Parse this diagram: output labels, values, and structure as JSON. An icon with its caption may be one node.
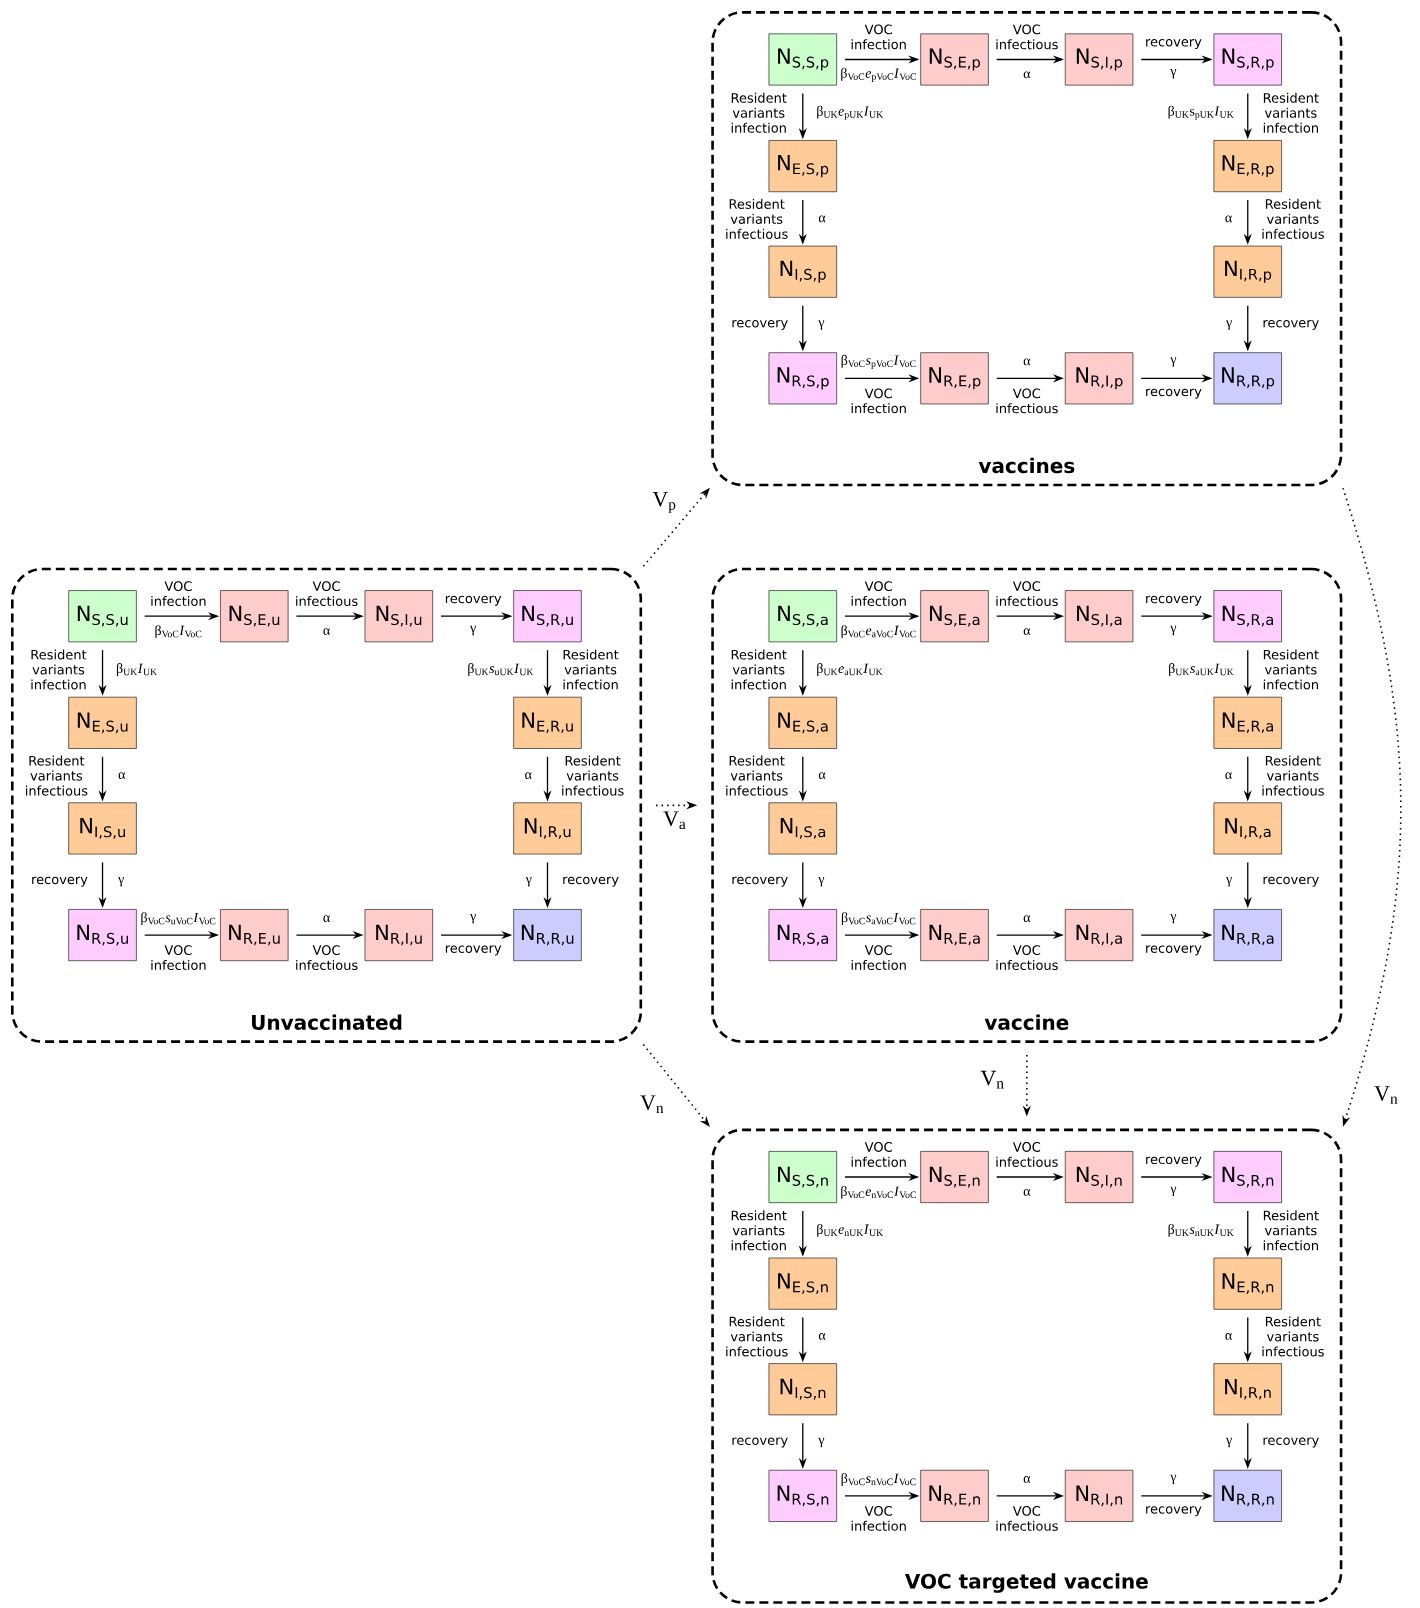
{
  "diagram": {
    "nodes": [
      {
        "text": [
          "vaccines"
        ]
      },
      {
        "text": [
          "N$_{S,S,p}$"
        ],
        "in": 0
      },
      {
        "text": [
          "N$_{S,E,p}$"
        ],
        "in": 0
      },
      {
        "text": [
          "N$_{S,I,p}$"
        ],
        "in": 0
      },
      {
        "text": [
          "N$_{S,R,p}$"
        ],
        "in": 0
      },
      {
        "text": [
          "N$_{E,S,p}$"
        ],
        "in": 0
      },
      {
        "text": [
          "N$_{E,R,p}$"
        ],
        "in": 0
      },
      {
        "text": [
          "N$_{I,S,p}$"
        ],
        "in": 0
      },
      {
        "text": [
          "N$_{I,R,p}$"
        ],
        "in": 0
      },
      {
        "text": [
          "N$_{R,S,p}$"
        ],
        "in": 0
      },
      {
        "text": [
          "N$_{R,E,p}$"
        ],
        "in": 0
      },
      {
        "text": [
          "N$_{R,I,p}$"
        ],
        "in": 0
      },
      {
        "text": [
          "N$_{R,R,p}$"
        ],
        "in": 0
      },
      {
        "text": [
          "Unvaccinated"
        ]
      },
      {
        "text": [
          "N$_{S,S,u}$"
        ],
        "in": 13
      },
      {
        "text": [
          "N$_{S,E,u}$"
        ],
        "in": 13
      },
      {
        "text": [
          "N$_{S,I,u}$"
        ],
        "in": 13
      },
      {
        "text": [
          "N$_{S,R,u}$"
        ],
        "in": 13
      },
      {
        "text": [
          "N$_{E,S,u}$"
        ],
        "in": 13
      },
      {
        "text": [
          "N$_{E,R,u}$"
        ],
        "in": 13
      },
      {
        "text": [
          "N$_{I,S,u}$"
        ],
        "in": 13
      },
      {
        "text": [
          "N$_{I,R,u}$"
        ],
        "in": 13
      },
      {
        "text": [
          "N$_{R,S,u}$"
        ],
        "in": 13
      },
      {
        "text": [
          "N$_{R,E,u}$"
        ],
        "in": 13
      },
      {
        "text": [
          "N$_{R,I,u}$"
        ],
        "in": 13
      },
      {
        "text": [
          "N$_{R,R,u}$"
        ],
        "in": 13
      },
      {
        "text": [
          "vaccine"
        ]
      },
      {
        "text": [
          "N$_{S,S,a}$"
        ],
        "in": 26
      },
      {
        "text": [
          "N$_{S,E,a}$"
        ],
        "in": 26
      },
      {
        "text": [
          "N$_{S,I,a}$"
        ],
        "in": 26
      },
      {
        "text": [
          "N$_{S,R,a}$"
        ],
        "in": 26
      },
      {
        "text": [
          "N$_{E,S,a}$"
        ],
        "in": 26
      },
      {
        "text": [
          "N$_{E,R,a}$"
        ],
        "in": 26
      },
      {
        "text": [
          "N$_{I,S,a}$"
        ],
        "in": 26
      },
      {
        "text": [
          "N$_{I,R,a}$"
        ],
        "in": 26
      },
      {
        "text": [
          "N$_{R,S,a}$"
        ],
        "in": 26
      },
      {
        "text": [
          "N$_{R,E,a}$"
        ],
        "in": 26
      },
      {
        "text": [
          "N$_{R,I,a}$"
        ],
        "in": 26
      },
      {
        "text": [
          "N$_{R,R,a}$"
        ],
        "in": 26
      },
      {
        "text": [
          "VOC targeted vaccine"
        ]
      },
      {
        "text": [
          "N$_{S,S,n}$"
        ],
        "in": 39
      },
      {
        "text": [
          "N$_{S,E,n}$"
        ],
        "in": 39
      },
      {
        "text": [
          "N$_{S,I,n}$"
        ],
        "in": 39
      },
      {
        "text": [
          "N$_{S,R,n}$"
        ],
        "in": 39
      },
      {
        "text": [
          "N$_{E,S,n}$"
        ],
        "in": 39
      },
      {
        "text": [
          "N$_{E,R,n}$"
        ],
        "in": 39
      },
      {
        "text": [
          "N$_{I,S,n}$"
        ],
        "in": 39
      },
      {
        "text": [
          "N$_{I,R,n}$"
        ],
        "in": 39
      },
      {
        "text": [
          "N$_{R,S,n}$"
        ],
        "in": 39
      },
      {
        "text": [
          "N$_{R,E,n}$"
        ],
        "in": 39
      },
      {
        "text": [
          "N$_{R,I,n}$"
        ],
        "in": 39
      },
      {
        "text": [
          "N$_{R,R,n}$"
        ],
        "in": 39
      }
    ],
    "edges": [
      {
        "from": 1,
        "to": 2,
        "arrow": "to",
        "label": "VOC infection"
      },
      {
        "from": 2,
        "to": 3,
        "arrow": "to",
        "label": "VOC infectious"
      },
      {
        "from": 3,
        "to": 4,
        "arrow": "to",
        "label": "recovery"
      },
      {
        "from": 1,
        "to": 5,
        "arrow": "to",
        "label": "Resident variants infection"
      },
      {
        "from": 5,
        "to": 7,
        "arrow": "to",
        "label": "Resident variants infectious"
      },
      {
        "from": 7,
        "to": 9,
        "arrow": "to",
        "label": "recovery"
      },
      {
        "from": 4,
        "to": 6,
        "arrow": "to",
        "label": "Resident variants infection"
      },
      {
        "from": 6,
        "to": 8,
        "arrow": "to",
        "label": "Resident variants infectious"
      },
      {
        "from": 8,
        "to": 12,
        "arrow": "to",
        "label": "recovery"
      },
      {
        "from": 9,
        "to": 10,
        "arrow": "to",
        "label": "VOC infection"
      },
      {
        "from": 10,
        "to": 11,
        "arrow": "to",
        "label": "VOC infectious"
      },
      {
        "from": 11,
        "to": 12,
        "arrow": "to",
        "label": "recovery"
      },
      {
        "from": 14,
        "to": 15,
        "arrow": "to",
        "label": "VOC infection"
      },
      {
        "from": 15,
        "to": 16,
        "arrow": "to",
        "label": "VOC infectious"
      },
      {
        "from": 16,
        "to": 17,
        "arrow": "to",
        "label": "recovery"
      },
      {
        "from": 14,
        "to": 18,
        "arrow": "to",
        "label": "Resident variants infection"
      },
      {
        "from": 18,
        "to": 20,
        "arrow": "to",
        "label": "Resident variants infectious"
      },
      {
        "from": 20,
        "to": 22,
        "arrow": "to",
        "label": "recovery"
      },
      {
        "from": 17,
        "to": 19,
        "arrow": "to",
        "label": "Resident variants infection"
      },
      {
        "from": 19,
        "to": 21,
        "arrow": "to",
        "label": "Resident variants infectious"
      },
      {
        "from": 21,
        "to": 25,
        "arrow": "to",
        "label": "recovery"
      },
      {
        "from": 22,
        "to": 23,
        "arrow": "to",
        "label": "VOC infection"
      },
      {
        "from": 23,
        "to": 24,
        "arrow": "to",
        "label": "VOC infectious"
      },
      {
        "from": 24,
        "to": 25,
        "arrow": "to",
        "label": "recovery"
      },
      {
        "from": 27,
        "to": 28,
        "arrow": "to",
        "label": "VOC infection"
      },
      {
        "from": 28,
        "to": 29,
        "arrow": "to",
        "label": "VOC infectious"
      },
      {
        "from": 29,
        "to": 30,
        "arrow": "to",
        "label": "recovery"
      },
      {
        "from": 27,
        "to": 31,
        "arrow": "to",
        "label": "Resident variants infection"
      },
      {
        "from": 31,
        "to": 33,
        "arrow": "to",
        "label": "Resident variants infectious"
      },
      {
        "from": 33,
        "to": 35,
        "arrow": "to",
        "label": "recovery"
      },
      {
        "from": 30,
        "to": 32,
        "arrow": "to",
        "label": "Resident variants infection"
      },
      {
        "from": 32,
        "to": 34,
        "arrow": "to",
        "label": "Resident variants infectious"
      },
      {
        "from": 34,
        "to": 38,
        "arrow": "to",
        "label": "recovery"
      },
      {
        "from": 35,
        "to": 36,
        "arrow": "to",
        "label": "VOC infection"
      },
      {
        "from": 36,
        "to": 37,
        "arrow": "to",
        "label": "VOC infectious"
      },
      {
        "from": 37,
        "to": 38,
        "arrow": "to",
        "label": "recovery"
      },
      {
        "from": 40,
        "to": 41,
        "arrow": "to",
        "label": "VOC infection"
      },
      {
        "from": 41,
        "to": 42,
        "arrow": "to",
        "label": "VOC infectious"
      },
      {
        "from": 42,
        "to": 43,
        "arrow": "to",
        "label": "recovery"
      },
      {
        "from": 40,
        "to": 44,
        "arrow": "to",
        "label": "Resident variants infection"
      },
      {
        "from": 44,
        "to": 46,
        "arrow": "to",
        "label": "Resident variants infectious"
      },
      {
        "from": 46,
        "to": 48,
        "arrow": "to",
        "label": "recovery"
      },
      {
        "from": 43,
        "to": 45,
        "arrow": "to",
        "label": "Resident variants infection"
      },
      {
        "from": 45,
        "to": 47,
        "arrow": "to",
        "label": "Resident variants infectious"
      },
      {
        "from": 47,
        "to": 51,
        "arrow": "to",
        "label": "recovery"
      },
      {
        "from": 48,
        "to": 49,
        "arrow": "to",
        "label": "VOC infection"
      },
      {
        "from": 49,
        "to": 50,
        "arrow": "to",
        "label": "VOC infectious"
      },
      {
        "from": 50,
        "to": 51,
        "arrow": "to",
        "label": "recovery"
      },
      {
        "from": 13,
        "to": 0,
        "arrow": "to",
        "label": "V$_{p}$",
        "style": "dashed"
      },
      {
        "from": 13,
        "to": 26,
        "arrow": "to",
        "label": "V$_{a}$",
        "style": "dashed"
      },
      {
        "from": 13,
        "to": 39,
        "arrow": "to",
        "label": "V$_{n}$",
        "style": "dashed"
      },
      {
        "from": 26,
        "to": 39,
        "arrow": "to",
        "label": "V$_{n}$",
        "style": "dashed"
      },
      {
        "from": 0,
        "to": 39,
        "arrow": "to",
        "label": "V$_{n}$",
        "style": "dashed"
      }
    ],
    "labels": [
      "β$_{VoC}$*e*$_{pVoC}$*I*$_{VoC}$",
      "α",
      "γ",
      "β$_{UK}$*e*$_{pUK}$*I*$_{UK}$",
      "α",
      "γ",
      "β$_{UK}$s$_{pUK}$*I*$_{UK}$",
      "α",
      "γ",
      "β$_{VoC}$*s*$_{pVoC}$*I*$_{VoC}$",
      "α",
      "γ",
      "β$_{VoC}$*I*$_{VoC}$",
      "α",
      "γ",
      "β$_{UK}$*I*$_{UK}$",
      "α",
      "γ",
      "β$_{UK}$*s*$_{uUK}$*I*$_{UK}$",
      "α",
      "γ",
      "β$_{VoC}$*s*$_{uVoC}$*I*$_{VoC}$",
      "α",
      "γ",
      "β$_{VoC}$*e*$_{aVoC}$*I*$_{VoC}$",
      "α",
      "γ",
      "β$_{UK}$*e*$_{aUK}$*I*$_{UK}$",
      "α",
      "γ",
      "β$_{UK}$*s*$_{aUK}$*I*$_{UK}$",
      "α",
      "γ",
      "β$_{VoC}$*s*$_{aVoC}$*I*$_{VoC}$",
      "α",
      "γ",
      "β$_{VoC}$*e*$_{nVoC}$*I*$_{VoC}$",
      "α",
      "γ",
      "β$_{UK}$*e*$_{nUK}$*I*$_{UK}$",
      "α",
      "γ",
      "β$_{UK}$*s*$_{nUK}$*I*$_{UK}$",
      "α",
      "γ",
      "β$_{VoC}$*s*$_{nVoC}$*I*$_{VoC}$",
      "α",
      "γ"
    ]
  }
}
